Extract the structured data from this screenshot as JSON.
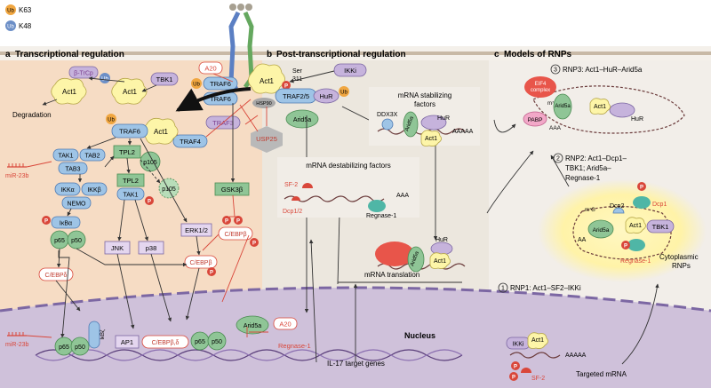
{
  "legend": {
    "ub_k63": "K63",
    "ub_k48": "K48",
    "ub": "Ub"
  },
  "panels": {
    "a": {
      "letter": "a",
      "title": "Transcriptional regulation"
    },
    "b": {
      "letter": "b",
      "title": "Post-transcriptional regulation"
    },
    "c": {
      "letter": "c",
      "title": "Models of RNPs"
    }
  },
  "receptor": {
    "act1": "Act1",
    "ser_label": "Ser",
    "ser_num": "311",
    "p": "P",
    "hsp90": "HSP90",
    "ikki": "IKKi",
    "traf25": "TRAF2/5",
    "hur": "HuR",
    "ub": "Ub",
    "a20": "A20",
    "traf6": "TRAF6",
    "traf3": "TRAF3",
    "usp25": "USP25",
    "traf4": "TRAF4"
  },
  "panel_a": {
    "btrcp": "β-TrCp",
    "tbk1": "TBK1",
    "act1_left": "Act1",
    "act1_mid": "Act1",
    "act1_center": "Act1",
    "degradation": "Degradation",
    "ub": "Ub",
    "traf6": "TRAF6",
    "tak1": "TAK1",
    "tab2": "TAB2",
    "tab3": "TAB3",
    "tpl2": "TPL2",
    "p105": "p105",
    "p105b": "p105",
    "tpl2b": "TPL2",
    "tak1b": "TAK1",
    "ikka": "IKKα",
    "ikkb": "IKKβ",
    "nemo": "NEMO",
    "mir23b": "miR-23b",
    "ikba": "IκBα",
    "p65": "p65",
    "p50": "p50",
    "jnk": "JNK",
    "p38": "p38",
    "erk12": "ERK1/2",
    "cebpb": "C/EBPβ",
    "cebpd": "C/EBPδ",
    "gsk3b": "GSK3β",
    "cebpb2": "C/EBPβ",
    "p": "P"
  },
  "nucleus": {
    "label": "Nucleus",
    "mir23b": "miR-23b",
    "p65": "p65",
    "p50": "p50",
    "ikbz": "IκBζ",
    "ap1": "AP1",
    "cebpbd": "C/EBPβ,δ",
    "p65b": "p65",
    "p50b": "p50",
    "arid5a": "Arid5a",
    "a20": "A20",
    "regnase": "Regnase-1",
    "il17": "IL-17 target genes",
    "targeted_mrna": "Targeted mRNA"
  },
  "panel_b": {
    "arid5a": "Arid5a",
    "stab_title_1": "mRNA stabilizing",
    "stab_title_2": "factors",
    "ddx3x": "DDX3X",
    "arid5a_s": "Arid5a",
    "hur": "HuR",
    "act1": "Act1",
    "aaaaa": "AAAAA",
    "destab_title": "mRNA destabilizing factors",
    "sf2": "SF-2",
    "dcp12": "Dcp1/2",
    "aaa": "AAA",
    "regnase": "Regnase-1",
    "translation": "mRNA translation",
    "arid5a_t": "Arid5a",
    "hur_t": "HuR",
    "act1_t": "Act1"
  },
  "panel_c": {
    "rnp3_num": "3",
    "rnp3": "RNP3: Act1–HuR–Arid5a",
    "eif4_1": "EIF4",
    "eif4_2": "complex",
    "m7g": "m⁷G",
    "arid5a": "Arid5a",
    "hur": "HuR",
    "act1": "Act1",
    "pabp": "PABP",
    "aaa": "AAA",
    "rnp2_num": "2",
    "rnp2_l1": "RNP2: Act1–Dcp1–",
    "rnp2_l2": "TBK1; Arid5a–",
    "rnp2_l3": "Regnase-1",
    "p": "P",
    "dcp1": "Dcp1",
    "dcp2": "Dcp2",
    "m7g2": "m⁷G",
    "arid5a2": "Arid5a",
    "act1_2": "Act1",
    "tbk1": "TBK1",
    "aa": "AA",
    "regnase": "Regnase-1",
    "cyto_1": "Cytoplasmic",
    "cyto_2": "RNPs",
    "rnp1_num": "1",
    "rnp1": "RNP1: Act1–SF2–IKKi",
    "ikki": "IKKi",
    "act1_3": "Act1",
    "aaaaa": "AAAAA",
    "sf2": "SF-2"
  },
  "colors": {
    "panel_a_bg": "#f6dcc4",
    "panel_b_bg": "#ece7de",
    "panel_c_bg": "#f2eee9",
    "nucleus": "#cfc1da",
    "act1": "#fdf5a8",
    "blue_node": "#9ec4e6",
    "green_node": "#8fc596",
    "purple_node": "#c6b3dc",
    "red_p": "#d9473a",
    "ub": "#f0a640"
  }
}
